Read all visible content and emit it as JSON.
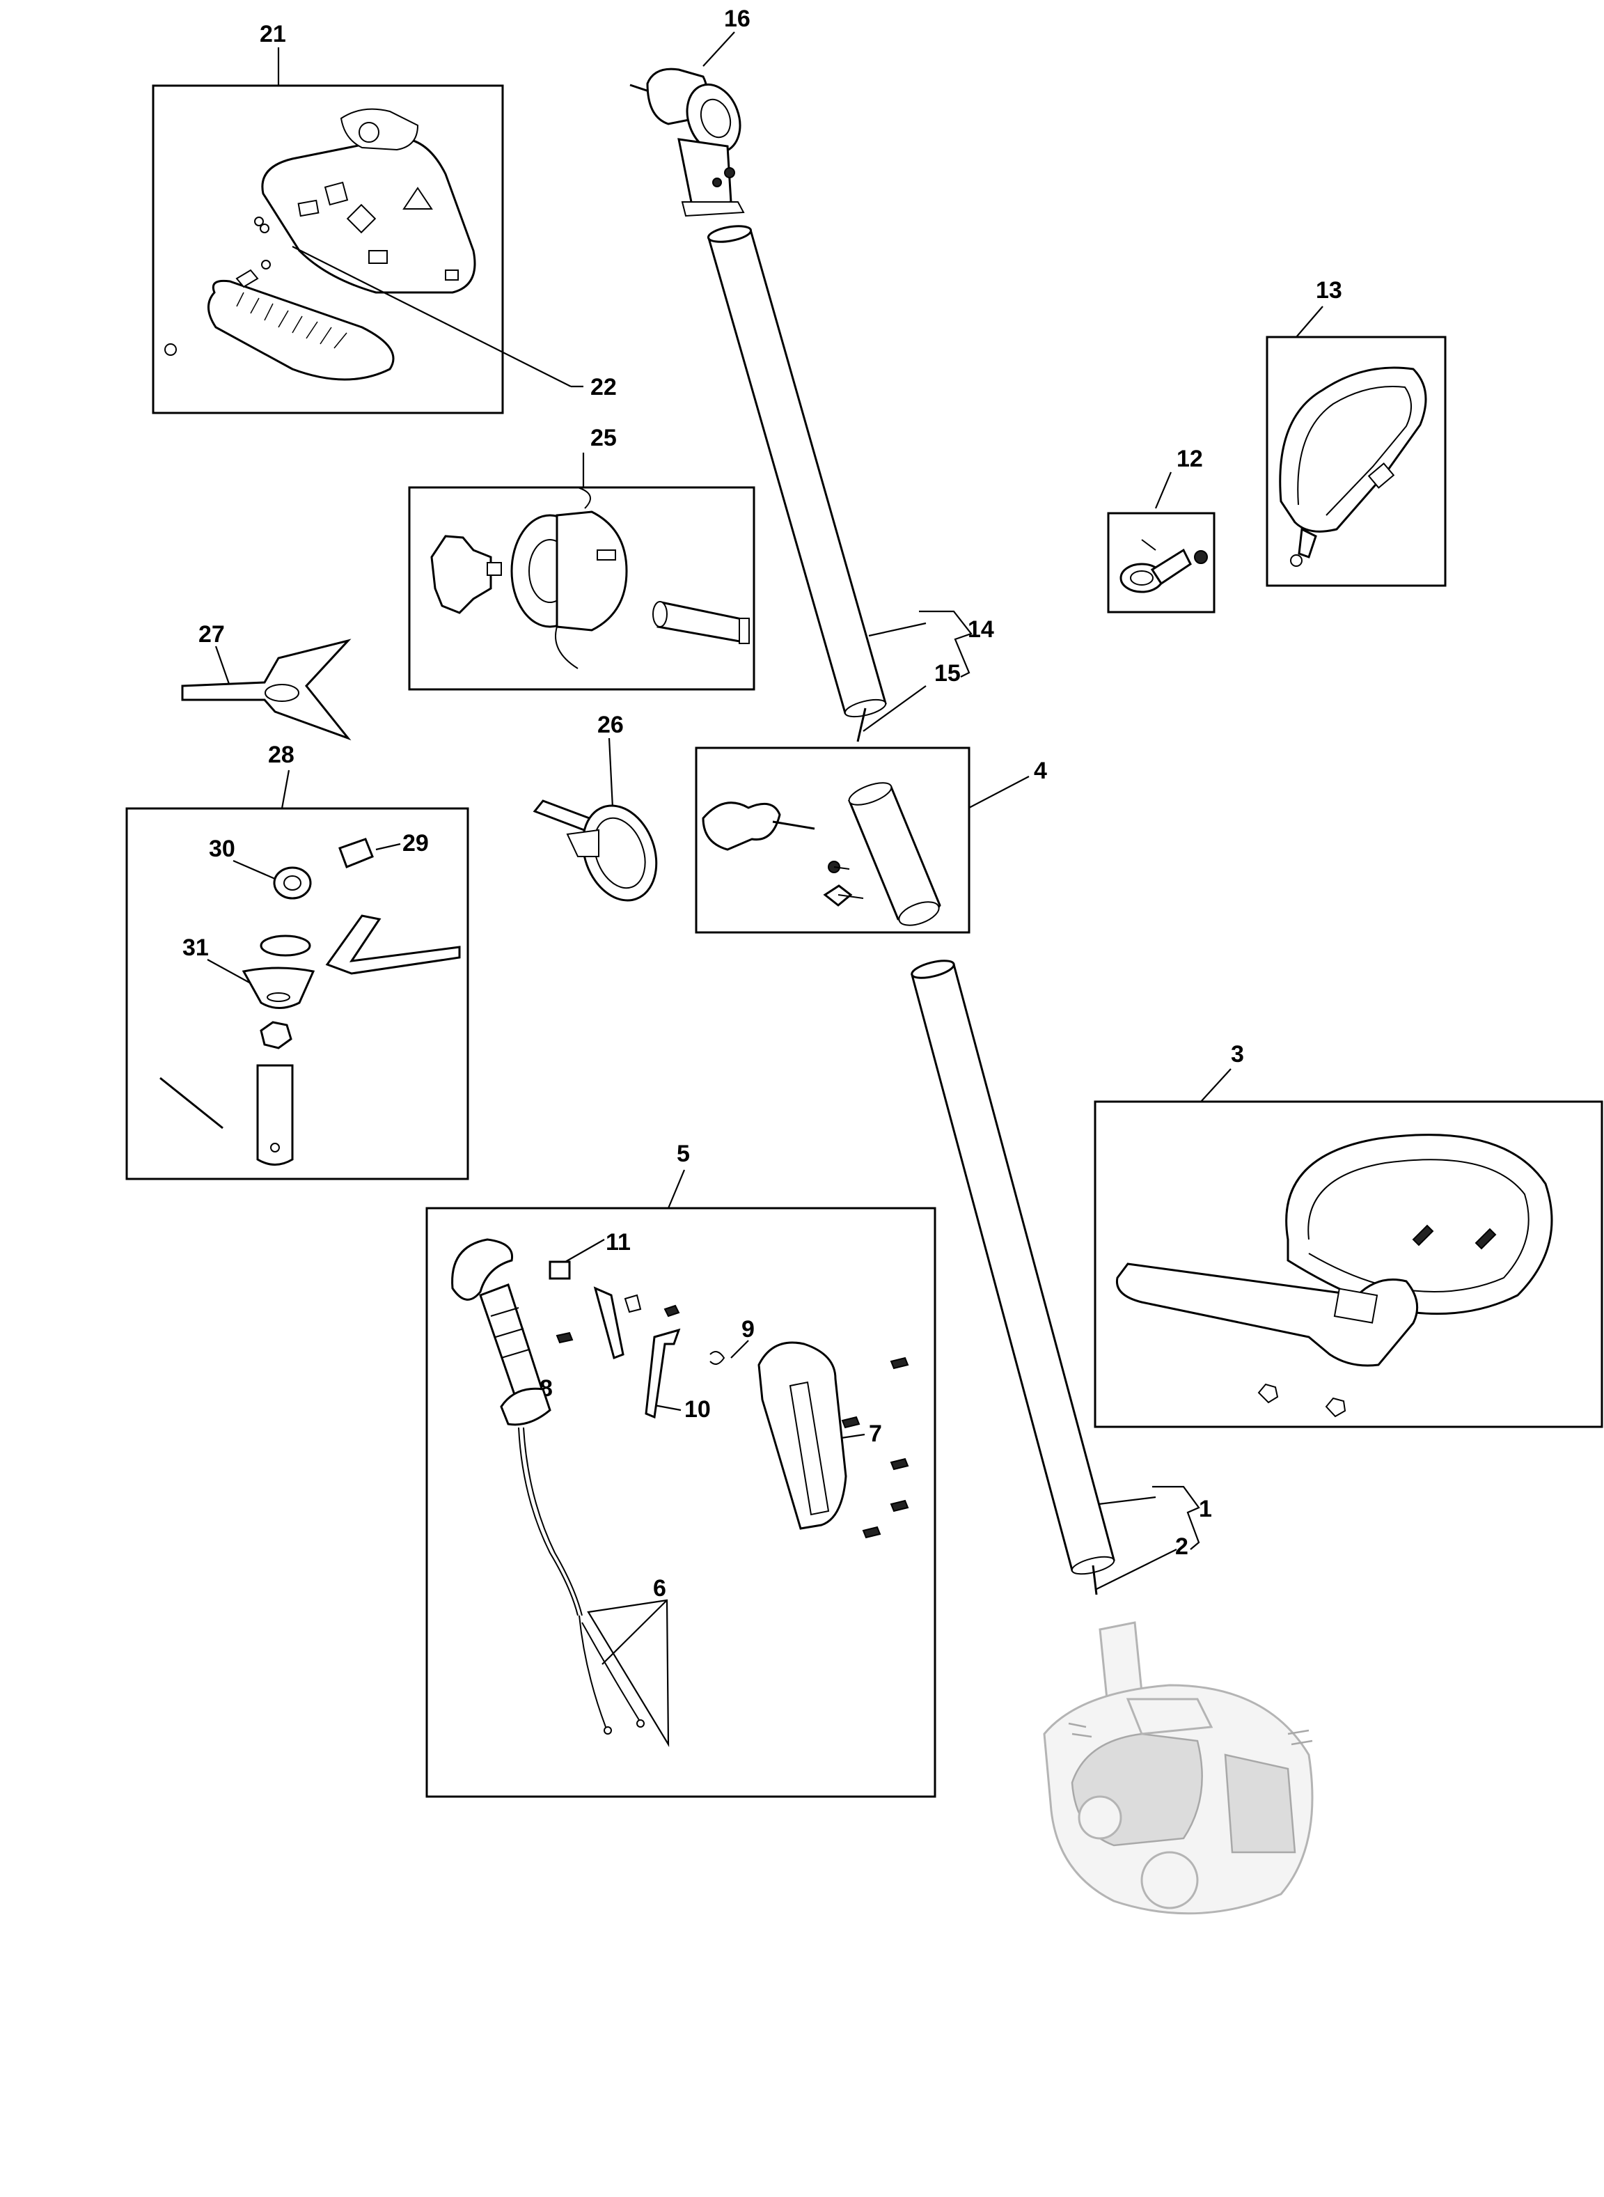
{
  "callouts": {
    "c1": "1",
    "c2": "2",
    "c3": "3",
    "c4": "4",
    "c5": "5",
    "c6": "6",
    "c7": "7",
    "c8": "8",
    "c9": "9",
    "c10": "10",
    "c11": "11",
    "c12": "12",
    "c13": "13",
    "c14": "14",
    "c15": "15",
    "c16": "16",
    "c21": "21",
    "c22": "22",
    "c25": "25",
    "c26": "26",
    "c27": "27",
    "c28": "28",
    "c29": "29",
    "c30": "30",
    "c31": "31"
  },
  "icons": {
    "guard": "grass-guard-icon",
    "gearhead": "gear-head-icon",
    "trimmerhead": "trimmer-head-icon",
    "blade": "blade-icon",
    "harness": "harness-strap-icon",
    "engine": "engine-icon"
  }
}
